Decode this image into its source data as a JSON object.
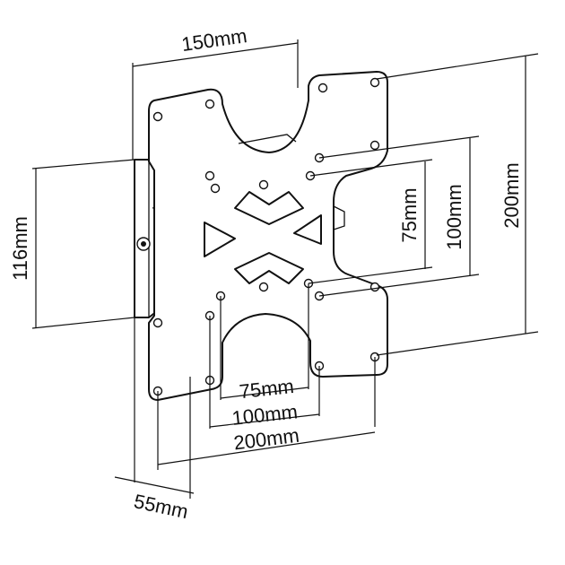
{
  "dimensions": {
    "top_width": "150mm",
    "left_height": "116mm",
    "right_height_200": "200mm",
    "right_height_100": "100mm",
    "right_height_75": "75mm",
    "bottom_75": "75mm",
    "bottom_100": "100mm",
    "bottom_200": "200mm",
    "depth": "55mm"
  },
  "colors": {
    "line": "#111111",
    "background": "#ffffff"
  }
}
